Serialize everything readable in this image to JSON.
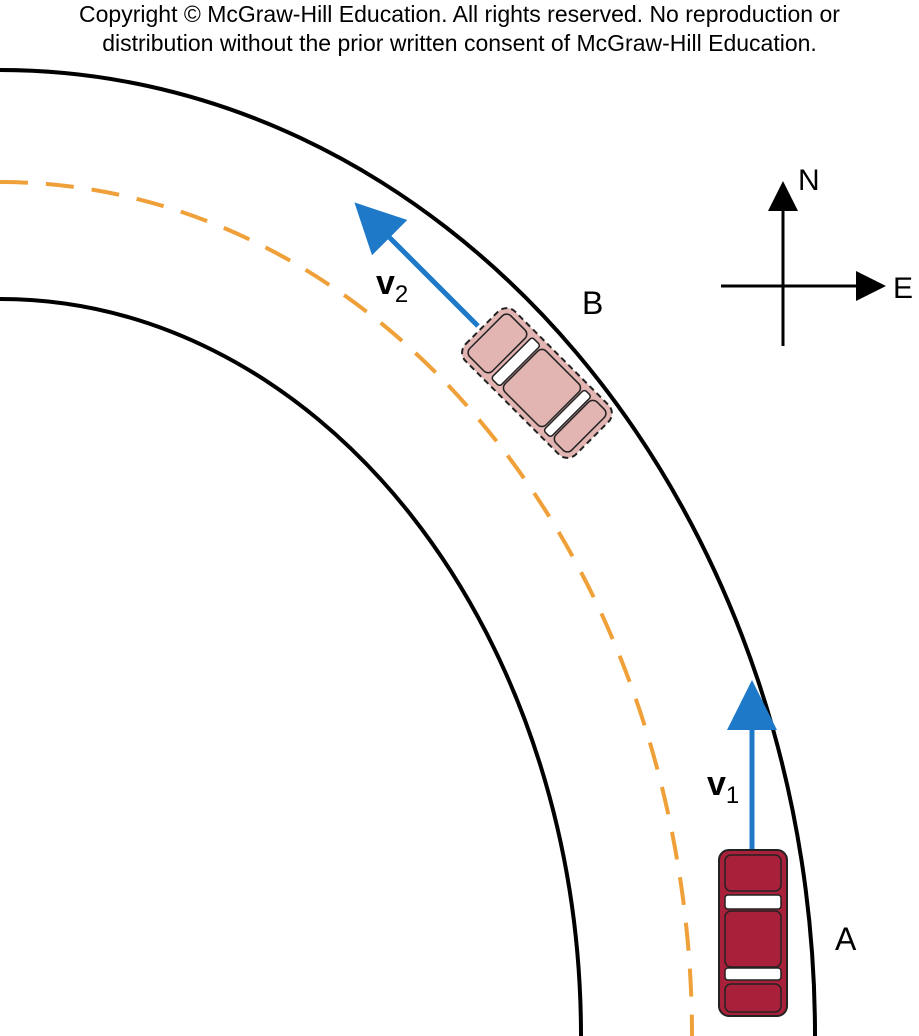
{
  "copyright": {
    "line1": "Copyright © McGraw-Hill Education.  All rights reserved. No reproduction or",
    "line2": "distribution without the prior written consent of McGraw-Hill Education."
  },
  "compass": {
    "north": "N",
    "east": "E"
  },
  "car_a": {
    "label": "A",
    "velocity_label": "v",
    "velocity_subscript": "1"
  },
  "car_b": {
    "label": "B",
    "velocity_label": "v",
    "velocity_subscript": "2"
  },
  "colors": {
    "road_edge": "#000000",
    "center_line": "#f0a038",
    "velocity_arrow": "#1e7ac8",
    "car_a_body": "#a8203a",
    "car_b_body": "#e2b4b2"
  }
}
